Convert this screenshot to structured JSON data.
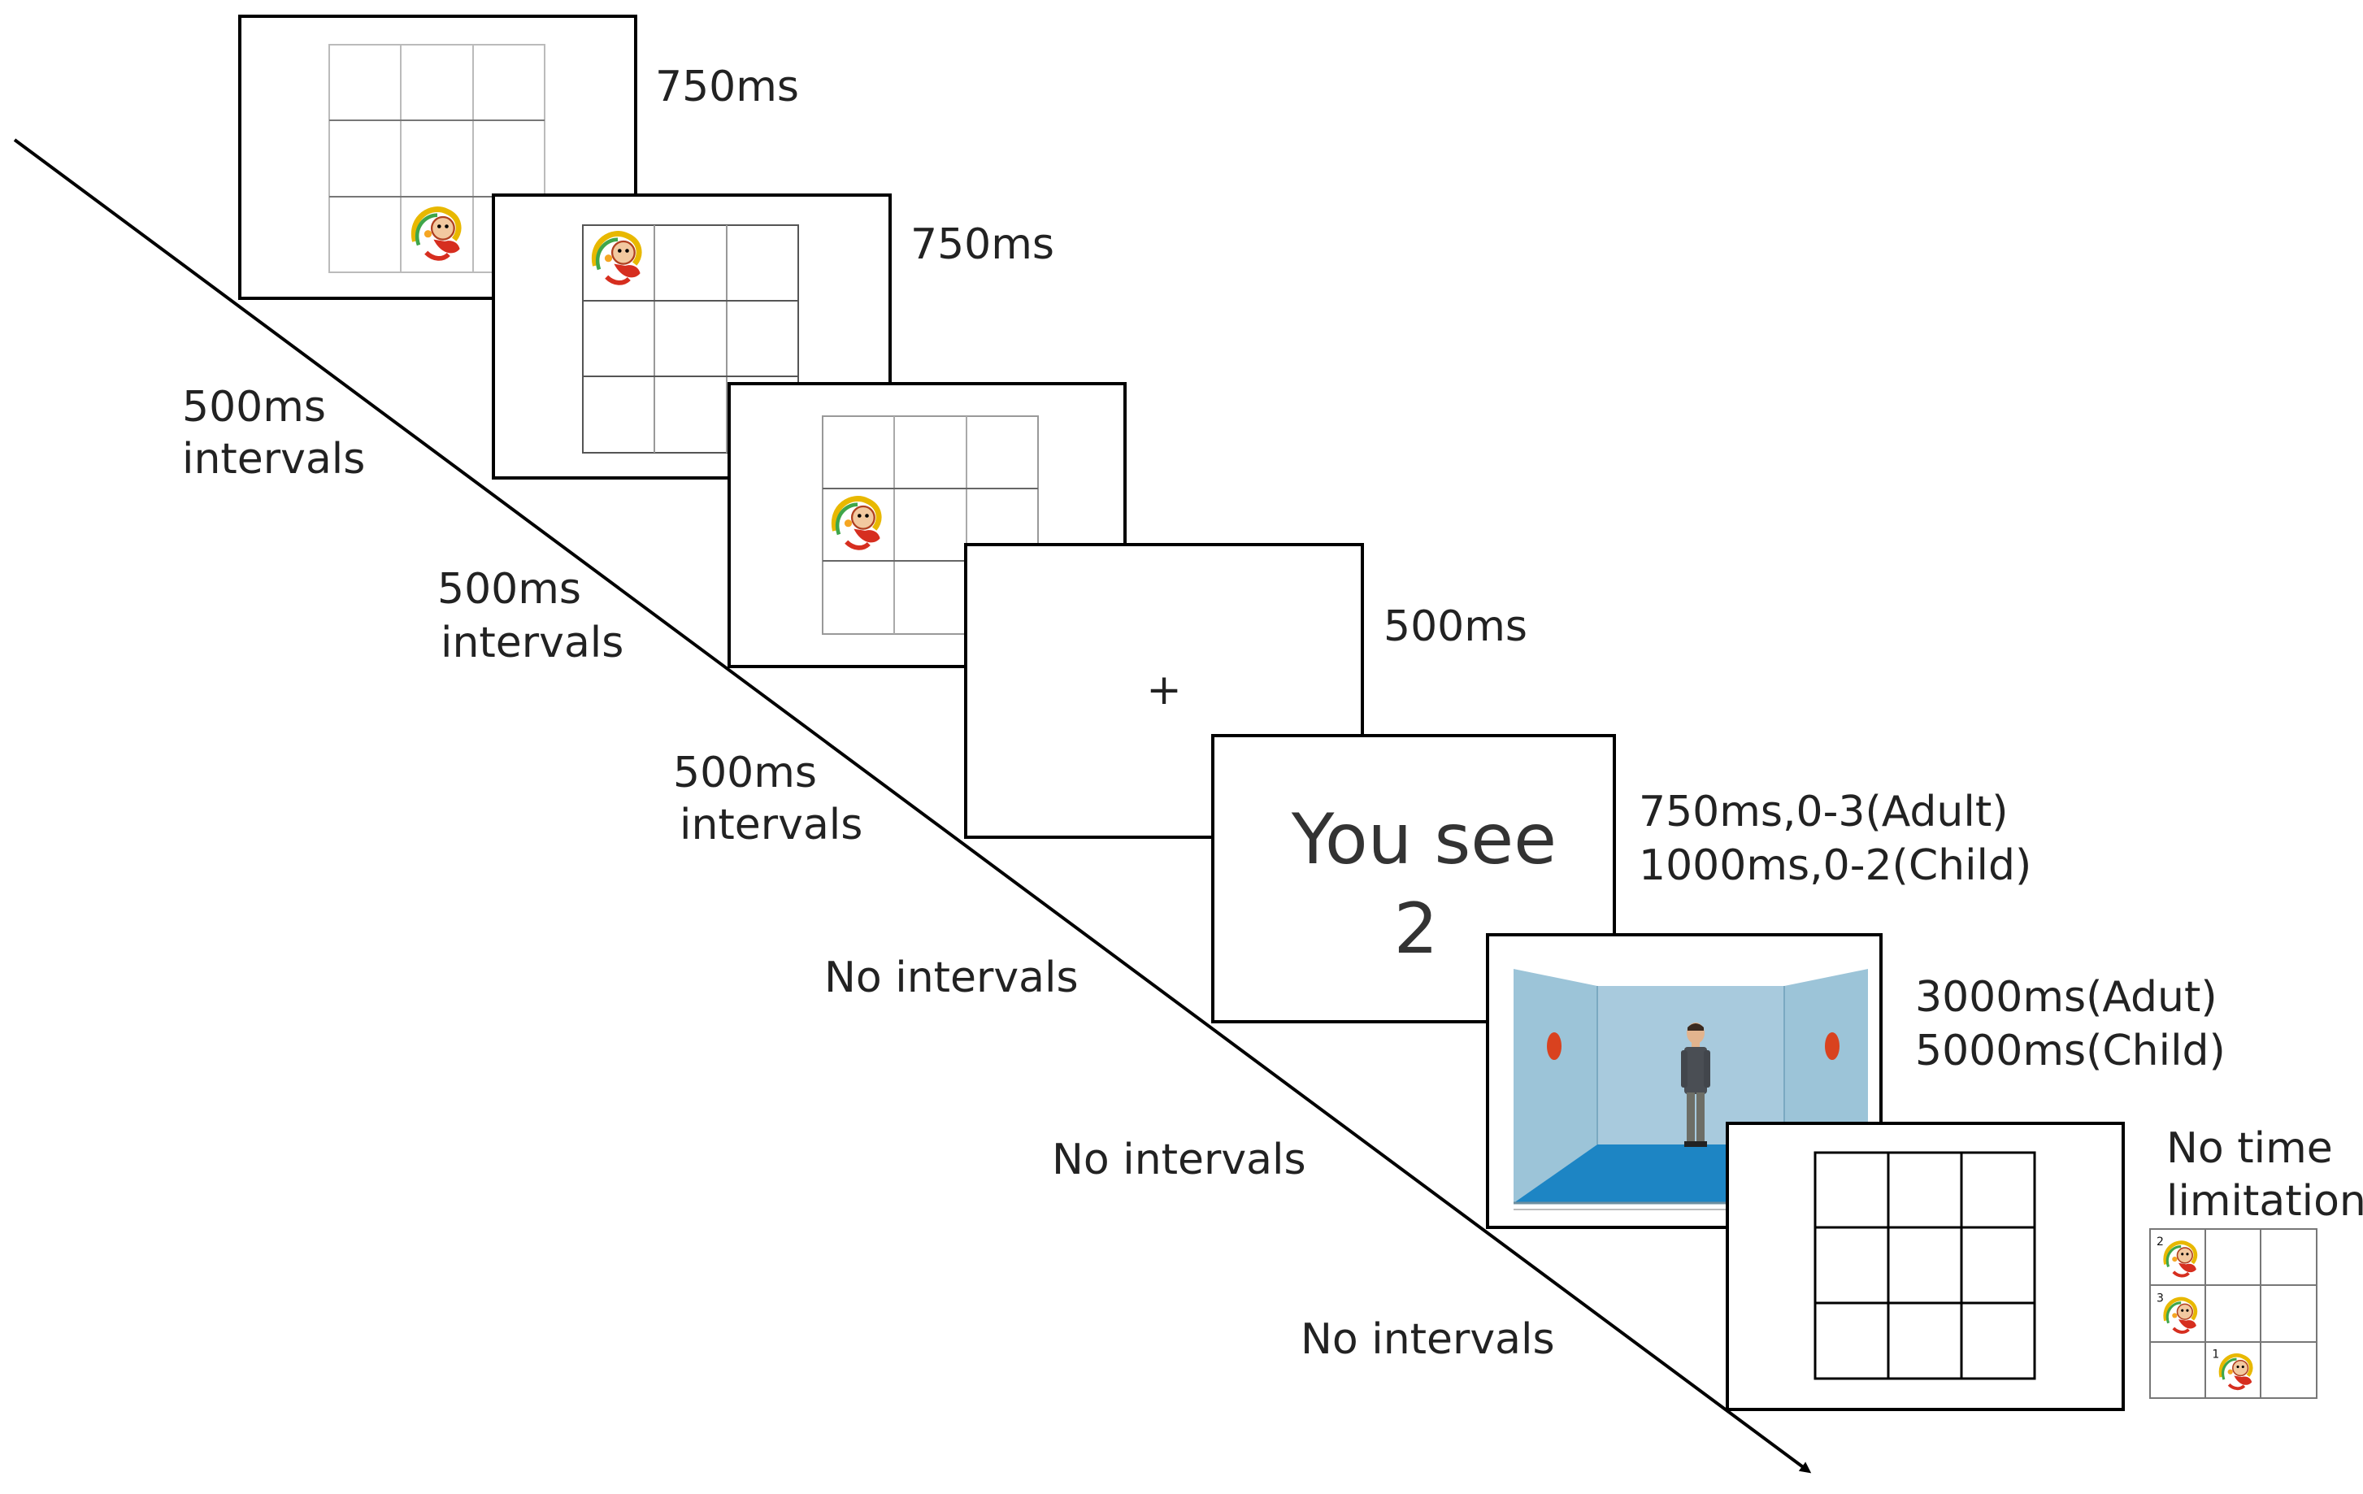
{
  "screens": [
    {
      "id": "stim1",
      "type": "grid",
      "duration": "750ms",
      "monkey_cell": [
        2,
        1
      ]
    },
    {
      "id": "stim2",
      "type": "grid",
      "duration": "750ms",
      "monkey_cell": [
        0,
        0
      ]
    },
    {
      "id": "stim3",
      "type": "grid",
      "monkey_cell": [
        1,
        0
      ]
    },
    {
      "id": "fixation",
      "type": "fixation",
      "symbol": "+",
      "duration": "500ms"
    },
    {
      "id": "you-see",
      "type": "text",
      "line1": "You see",
      "line2": "2",
      "duration_lines": [
        "750ms,0-3(Adult)",
        "1000ms,0-2(Child)"
      ]
    },
    {
      "id": "room",
      "type": "room",
      "duration_lines": [
        "3000ms(Adut)",
        "5000ms(Child)"
      ]
    },
    {
      "id": "response",
      "type": "grid-empty",
      "duration_lines": [
        "No time",
        "limitation"
      ]
    }
  ],
  "intervals": [
    {
      "lines": [
        "500ms",
        "intervals"
      ]
    },
    {
      "lines": [
        "500ms",
        "intervals"
      ]
    },
    {
      "lines": [
        "500ms",
        "intervals"
      ]
    },
    {
      "lines": [
        "No intervals"
      ]
    },
    {
      "lines": [
        "No intervals"
      ]
    },
    {
      "lines": [
        "No intervals"
      ]
    }
  ],
  "answer_example": {
    "cells": [
      {
        "row": 0,
        "col": 0,
        "order": "2"
      },
      {
        "row": 1,
        "col": 0,
        "order": "3"
      },
      {
        "row": 2,
        "col": 1,
        "order": "1"
      }
    ]
  },
  "colors": {
    "wall": "#9cc4d8",
    "wall_side": "#8ab8cf",
    "floor": "#1d85c4",
    "button": "#d9421f",
    "frame": "#000000"
  }
}
